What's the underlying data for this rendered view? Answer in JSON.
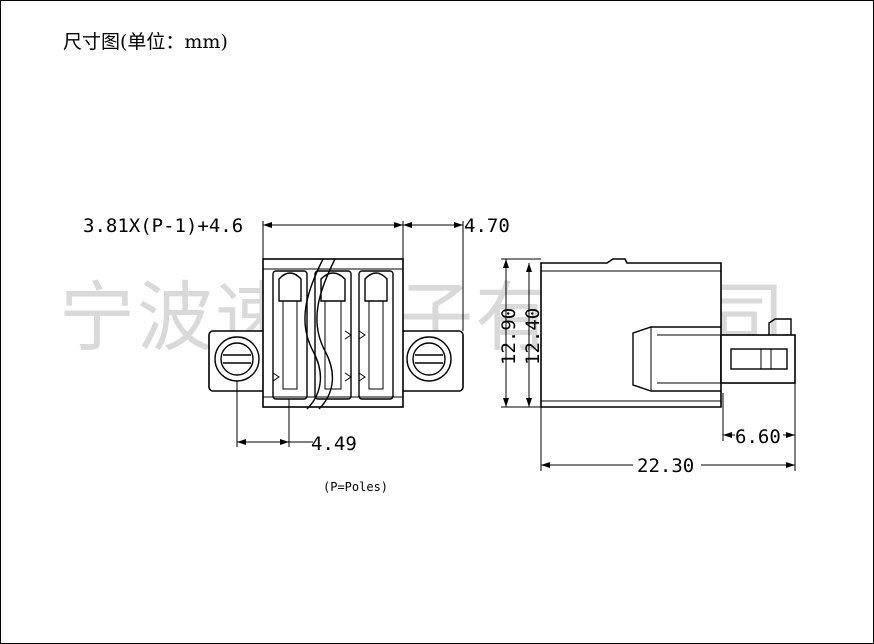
{
  "title": "尺寸图(单位：mm)",
  "watermark": "宁波速 电子有限公司",
  "dimensions": {
    "pitch_formula": "3.81X(P-1)+4.6",
    "flange_width": "4.70",
    "height_outer": "12.90",
    "height_inner": "12.40",
    "screw_offset": "4.49",
    "pin_length": "6.60",
    "total_length": "22.30"
  },
  "note": "(P=Poles)"
}
